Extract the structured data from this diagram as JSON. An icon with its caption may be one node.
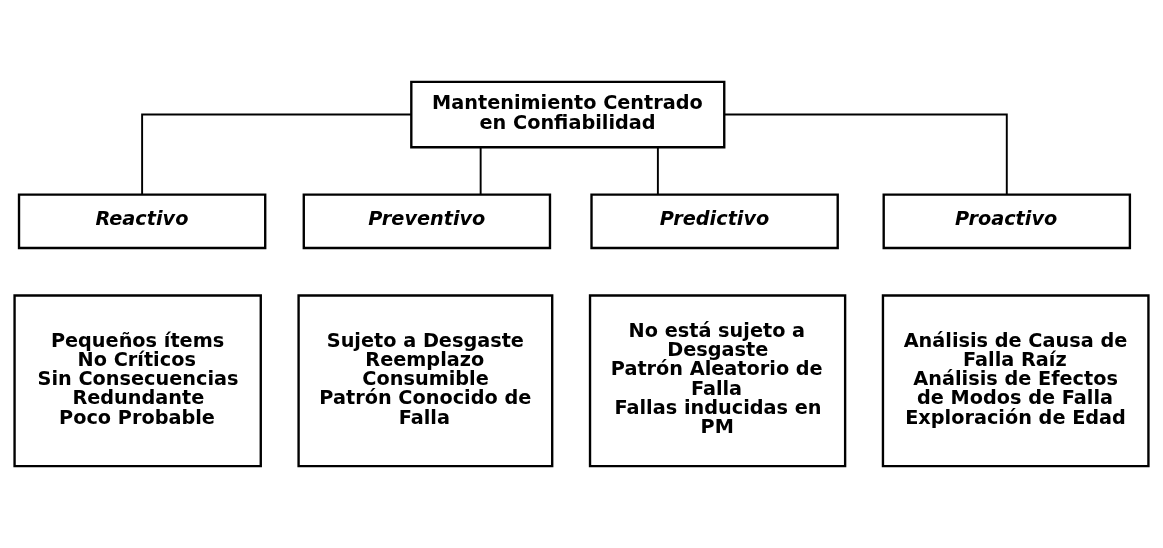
{
  "diagram": {
    "nodes": [
      {
        "text": [
          "Mantenimiento Centrado en Confiabilidad"
        ]
      },
      {
        "text": [
          "Reactivo"
        ]
      },
      {
        "text": [
          "Preventivo"
        ]
      },
      {
        "text": [
          "Predictivo"
        ]
      },
      {
        "text": [
          "Proactivo"
        ]
      },
      {
        "text": [
          "Pequeños ítems",
          "No Críticos",
          "Sin Consecuencias",
          "Redundante",
          "Poco Probable"
        ]
      },
      {
        "text": [
          "Sujeto a Desgaste",
          "Reemplazo",
          "Consumible",
          "Patrón Conocido de Falla"
        ]
      },
      {
        "text": [
          "No está sujeto a Desgaste",
          "Patrón Aleatorio de Falla",
          "Fallas inducidas en PM"
        ]
      },
      {
        "text": [
          "Análisis de Causa de Falla Raíz",
          "Análisis de Efectos de Modos de Falla",
          "Exploración de Edad"
        ]
      }
    ],
    "edges": [
      {
        "from": 0,
        "to": 1,
        "arrow": "none"
      },
      {
        "from": 0,
        "to": 2,
        "arrow": "none"
      },
      {
        "from": 0,
        "to": 3,
        "arrow": "none"
      },
      {
        "from": 0,
        "to": 4,
        "arrow": "none"
      }
    ]
  }
}
